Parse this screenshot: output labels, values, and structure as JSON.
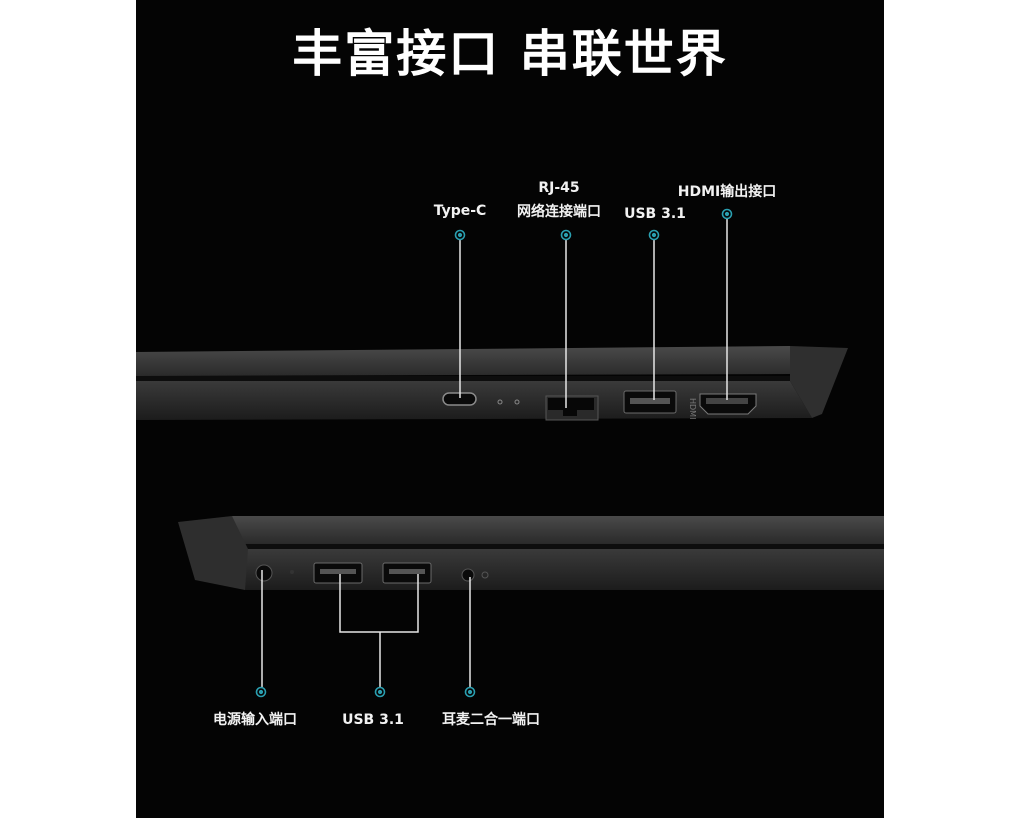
{
  "title": "丰富接口 串联世界",
  "top_ports": [
    {
      "label": "Type-C"
    },
    {
      "label_line1": "RJ-45",
      "label_line2": "网络连接端口"
    },
    {
      "label": "USB 3.1"
    },
    {
      "label": "HDMI输出接口"
    }
  ],
  "bottom_ports": [
    {
      "label": "电源输入端口"
    },
    {
      "label": "USB 3.1"
    },
    {
      "label": "耳麦二合一端口"
    }
  ],
  "port_markings": {
    "hdmi": "HDMI"
  },
  "colors": {
    "background": "#040404",
    "marker": "#2a9fb0",
    "text": "#f2f2f2",
    "leader": "#e6e6e6"
  }
}
